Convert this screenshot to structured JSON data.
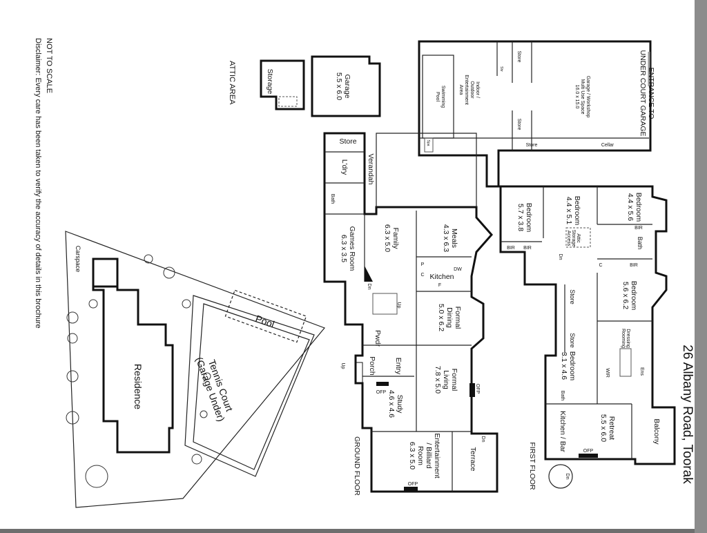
{
  "title": "26 Albany Road, Toorak",
  "notes": {
    "not_to_scale": "NOT TO SCALE",
    "disclaimer": "Disclaimer: Every care has been taken to verify the accuracy of details in this brochure"
  },
  "levels": {
    "attic": "ATTIC AREA",
    "ground": "GROUND FLOOR",
    "first": "FIRST FLOOR",
    "entrance": [
      "ENTRANCE TO",
      "UNDER COURT GARAGE"
    ]
  },
  "attic_rooms": {
    "garage": [
      "Garage",
      "5.5 x 6.0"
    ],
    "storage": "Storage"
  },
  "under_court": {
    "garage": [
      "Garage / Workshop",
      "Multi Use Space",
      "16.0 x 15.0"
    ],
    "store_top": "Store",
    "store_mid": "Store",
    "store_bottom": "Store",
    "cellar": "Cellar",
    "entertainment": [
      "Indoor /",
      "Outdoor",
      "Entertainment",
      "Area"
    ],
    "pool": [
      "Swimming",
      "Pool"
    ],
    "spa": "Spa",
    "shower": "Shr"
  },
  "ground_floor": {
    "store": "Store",
    "laundry": "L'dry",
    "verandah": "Verandah",
    "bath": "Bath",
    "games": [
      "Games Room",
      "6.3 x 3.5"
    ],
    "family": [
      "Family",
      "6.3 x 5.0"
    ],
    "meals": [
      "Meals",
      "4.3 x 6.3"
    ],
    "kitchen": "Kitchen",
    "dw": "DW",
    "dining": [
      "Formal",
      "Dining",
      "5.0 x 6.2"
    ],
    "pwdr": "Pwdr",
    "entry": "Entry",
    "porch": "Porch",
    "living": [
      "Formal",
      "Living",
      "7.8 x 5.0"
    ],
    "study": [
      "Study",
      "4.6 x 4.6"
    ],
    "billiard": [
      "Entertainment",
      "/ Billiard",
      "Room",
      "6.3 x 5.0"
    ],
    "terrace": "Terrace",
    "ofp": "OFP",
    "up": "Up",
    "dn": "Dn",
    "c": "C",
    "p": "P",
    "f": "F"
  },
  "first_floor": {
    "bed1": [
      "Bedroom",
      "4.4 x 5.6"
    ],
    "bed2": [
      "Bedroom",
      "4.4 x 5.1"
    ],
    "bed3": [
      "Bedroom",
      "5.7 x 3.8"
    ],
    "master": [
      "Bedroom",
      "5.6 x 6.2"
    ],
    "bed5": [
      "Bedroom",
      "3.1 x 4.6"
    ],
    "attic_access": [
      "Attic",
      "Storage",
      "Access"
    ],
    "bath": "Bath",
    "bath2": "Bath",
    "store1": "Store",
    "store2": "Store",
    "dressing": [
      "Dressing",
      "Rooming"
    ],
    "wir": "WIR",
    "ens": "Ens",
    "kitchen_bar": "Kitchen / Bar",
    "retreat": [
      "Retreat",
      "5.5 x 6.0"
    ],
    "balcony": "Balcony",
    "bir": "BIR",
    "ofp": "OFP",
    "dn": "Dn",
    "c": "C"
  },
  "site": {
    "tennis": [
      "Tennis Court",
      "(Garage Under)"
    ],
    "pool": "Pool",
    "residence": "Residence",
    "carspace": "Carspace"
  }
}
